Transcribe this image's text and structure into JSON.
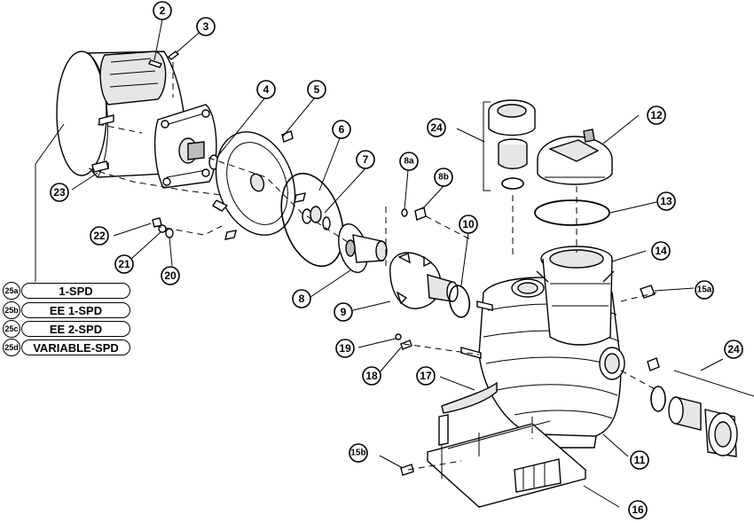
{
  "callouts": [
    {
      "id": "c2",
      "text": "2"
    },
    {
      "id": "c3",
      "text": "3"
    },
    {
      "id": "c4",
      "text": "4"
    },
    {
      "id": "c5",
      "text": "5"
    },
    {
      "id": "c6",
      "text": "6"
    },
    {
      "id": "c7",
      "text": "7"
    },
    {
      "id": "c8a",
      "text": "8a"
    },
    {
      "id": "c8b",
      "text": "8b"
    },
    {
      "id": "c8",
      "text": "8"
    },
    {
      "id": "c9",
      "text": "9"
    },
    {
      "id": "c10",
      "text": "10"
    },
    {
      "id": "c11",
      "text": "11"
    },
    {
      "id": "c12",
      "text": "12"
    },
    {
      "id": "c13",
      "text": "13"
    },
    {
      "id": "c14",
      "text": "14"
    },
    {
      "id": "c15a",
      "text": "15a"
    },
    {
      "id": "c15b",
      "text": "15b"
    },
    {
      "id": "c16",
      "text": "16"
    },
    {
      "id": "c17",
      "text": "17"
    },
    {
      "id": "c18",
      "text": "18"
    },
    {
      "id": "c19",
      "text": "19"
    },
    {
      "id": "c20",
      "text": "20"
    },
    {
      "id": "c21",
      "text": "21"
    },
    {
      "id": "c22",
      "text": "22"
    },
    {
      "id": "c23",
      "text": "23"
    },
    {
      "id": "c24top",
      "text": "24"
    },
    {
      "id": "c24right",
      "text": "24"
    }
  ],
  "motor_variants": [
    {
      "tag": "25a",
      "label": "1-SPD"
    },
    {
      "tag": "25b",
      "label": "EE 1-SPD"
    },
    {
      "tag": "25c",
      "label": "EE 2-SPD"
    },
    {
      "tag": "25d",
      "label": "VARIABLE-SPD"
    }
  ]
}
